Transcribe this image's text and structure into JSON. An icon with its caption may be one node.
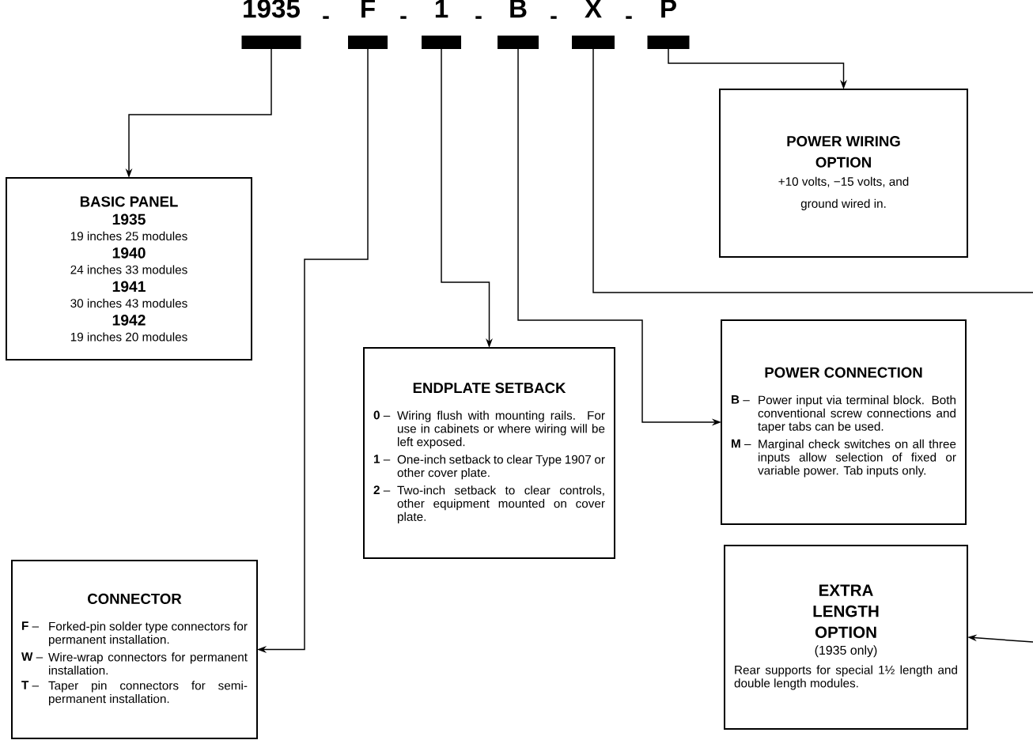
{
  "diagram": {
    "nodes": [
      {
        "text": [
          "1935"
        ]
      },
      {
        "text": [
          "F"
        ]
      },
      {
        "text": [
          "1"
        ]
      },
      {
        "text": [
          "B"
        ]
      },
      {
        "text": [
          "X"
        ]
      },
      {
        "text": [
          "P"
        ]
      },
      {
        "text": [
          "POWER WIRING OPTION",
          "+10 volts, −15 volts, and ground wired in."
        ]
      },
      {
        "text": [
          "BASIC PANEL",
          "1935",
          "19 inches 25 modules",
          "1940",
          "24 inches 33 modules",
          "1941",
          "30 inches 43 modules",
          "1942",
          "19 inches 20 modules"
        ]
      },
      {
        "text": [
          "ENDPLATE SETBACK",
          "**0** –",
          "Wiring flush with mounting rails. For use in cabinets or where wiring will be left exposed.",
          "**1** –",
          "One-inch setback to clear Type 1907 or other cover plate.",
          "**2** –",
          "Two-inch setback to clear controls, other equipment mounted on cover plate."
        ]
      },
      {
        "text": [
          "POWER CONNECTION",
          "**B** –",
          "Power input via terminal block. Both conventional screw connections and taper tabs can be used.",
          "**M** –",
          "Marginal check switches on all three inputs allow selection of fixed or variable power. Tab inputs only."
        ]
      },
      {
        "text": [
          "CONNECTOR",
          "**F** –",
          "Forked-pin solder type connectors for permanent installation.",
          "**W** –",
          "Wire-wrap connectors for permanent installation.",
          "**T** –",
          "Taper pin connectors for semi-permanent installation."
        ]
      },
      {
        "text": [
          "EXTRA LENGTH OPTION",
          "(1935 only)",
          "Rear supports for special 1½ length and double length modules."
        ]
      }
    ],
    "edges": [
      {
        "from": 0,
        "to": 7,
        "arrow": "to"
      },
      {
        "from": 1,
        "to": 10,
        "arrow": "to"
      },
      {
        "from": 2,
        "to": 8,
        "arrow": "to"
      },
      {
        "from": 3,
        "to": 9,
        "arrow": "to"
      },
      {
        "from": 4,
        "to": null,
        "arrow": "none"
      },
      {
        "from": 5,
        "to": 6,
        "arrow": "to"
      },
      {
        "from": null,
        "to": 11,
        "arrow": "to"
      }
    ],
    "labels": [
      "-",
      "-",
      "-",
      "-",
      "-"
    ]
  }
}
